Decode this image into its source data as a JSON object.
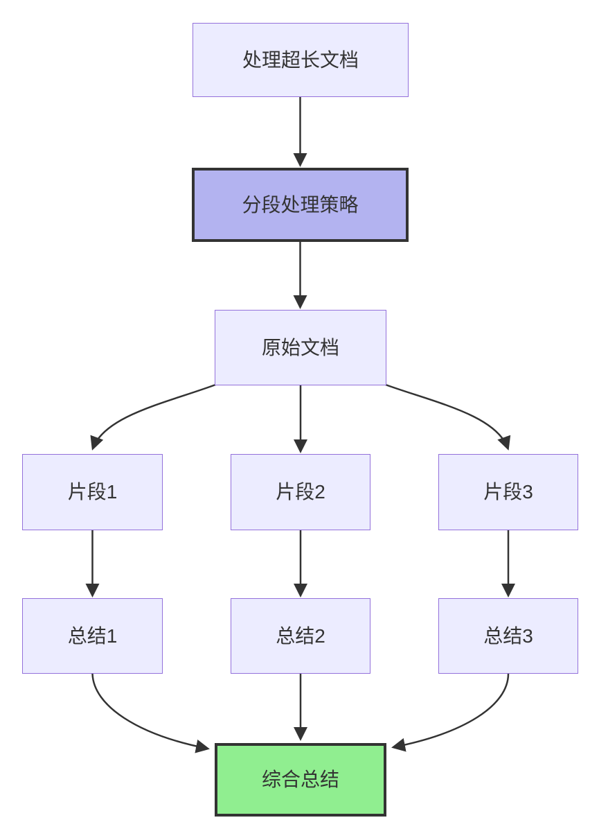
{
  "diagram": {
    "type": "flowchart",
    "direction": "top-down",
    "nodes": [
      {
        "id": "A",
        "label": "处理超长文档",
        "style": "default"
      },
      {
        "id": "B",
        "label": "分段处理策略",
        "style": "highlight"
      },
      {
        "id": "C",
        "label": "原始文档",
        "style": "default"
      },
      {
        "id": "D",
        "label": "片段1",
        "style": "default"
      },
      {
        "id": "E",
        "label": "片段2",
        "style": "default"
      },
      {
        "id": "F",
        "label": "片段3",
        "style": "default"
      },
      {
        "id": "G",
        "label": "总结1",
        "style": "default"
      },
      {
        "id": "H",
        "label": "总结2",
        "style": "default"
      },
      {
        "id": "I",
        "label": "总结3",
        "style": "default"
      },
      {
        "id": "J",
        "label": "综合总结",
        "style": "success"
      }
    ],
    "edges": [
      {
        "from": "处理超长文档",
        "to": "分段处理策略"
      },
      {
        "from": "分段处理策略",
        "to": "原始文档"
      },
      {
        "from": "原始文档",
        "to": "片段1"
      },
      {
        "from": "原始文档",
        "to": "片段2"
      },
      {
        "from": "原始文档",
        "to": "片段3"
      },
      {
        "from": "片段1",
        "to": "总结1"
      },
      {
        "from": "片段2",
        "to": "总结2"
      },
      {
        "from": "片段3",
        "to": "总结3"
      },
      {
        "from": "总结1",
        "to": "综合总结"
      },
      {
        "from": "总结2",
        "to": "综合总结"
      },
      {
        "from": "总结3",
        "to": "综合总结"
      }
    ]
  },
  "colors": {
    "background": "#ffffff",
    "node_fill": "#ECECFF",
    "node_border": "#9370DB",
    "highlight_fill": "#b3b3f0",
    "highlight_border": "#333333",
    "success_fill": "#90EE90",
    "success_border": "#333333",
    "edge": "#333333",
    "text": "#333333"
  }
}
